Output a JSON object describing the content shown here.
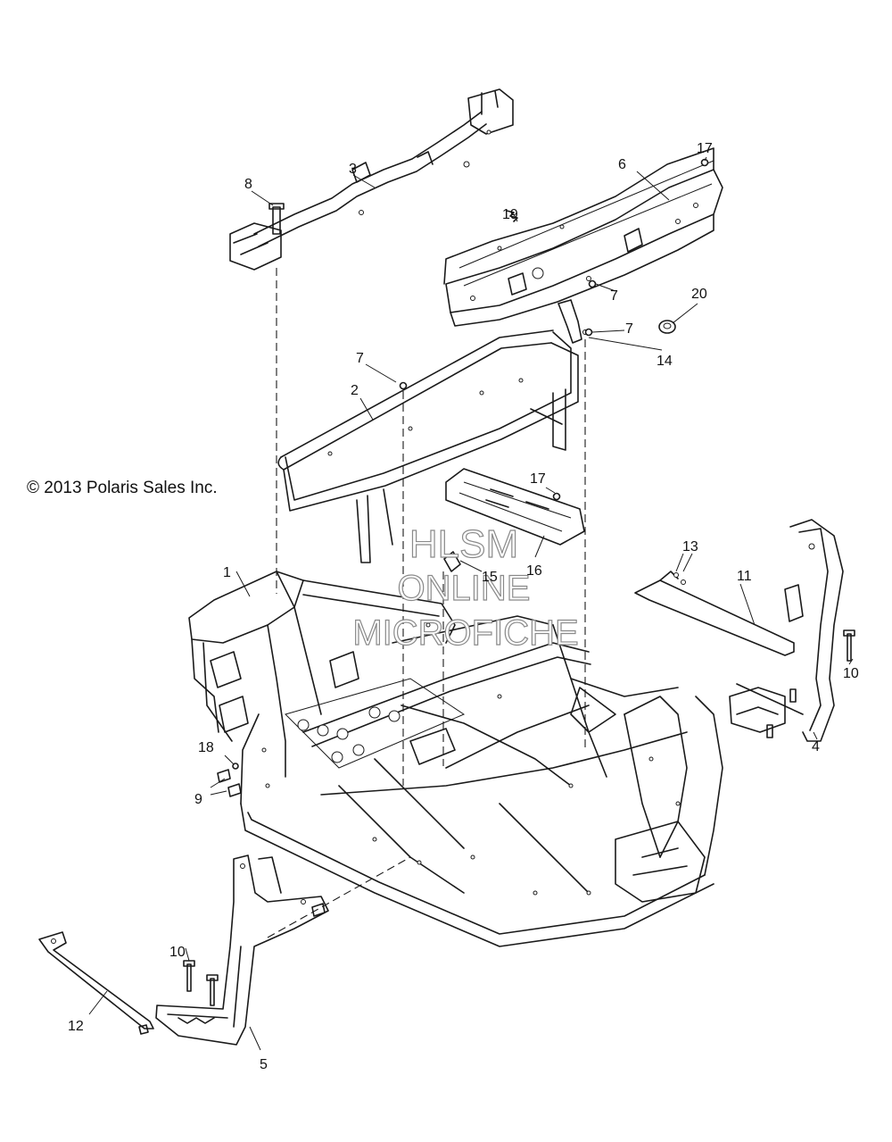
{
  "copyright": "© 2013 Polaris Sales Inc.",
  "watermark": {
    "line1": "HLSM",
    "line2": "ONLINE",
    "line3": "MICROFICHE"
  },
  "callouts": {
    "c1": "1",
    "c2": "2",
    "c3": "3",
    "c4": "4",
    "c5": "5",
    "c6": "6",
    "c7a": "7",
    "c7b": "7",
    "c7c": "7",
    "c8": "8",
    "c9": "9",
    "c10a": "10",
    "c10b": "10",
    "c11": "11",
    "c12": "12",
    "c13": "13",
    "c14": "14",
    "c15": "15",
    "c16": "16",
    "c17a": "17",
    "c17b": "17",
    "c18": "18",
    "c19": "19",
    "c20": "20"
  }
}
